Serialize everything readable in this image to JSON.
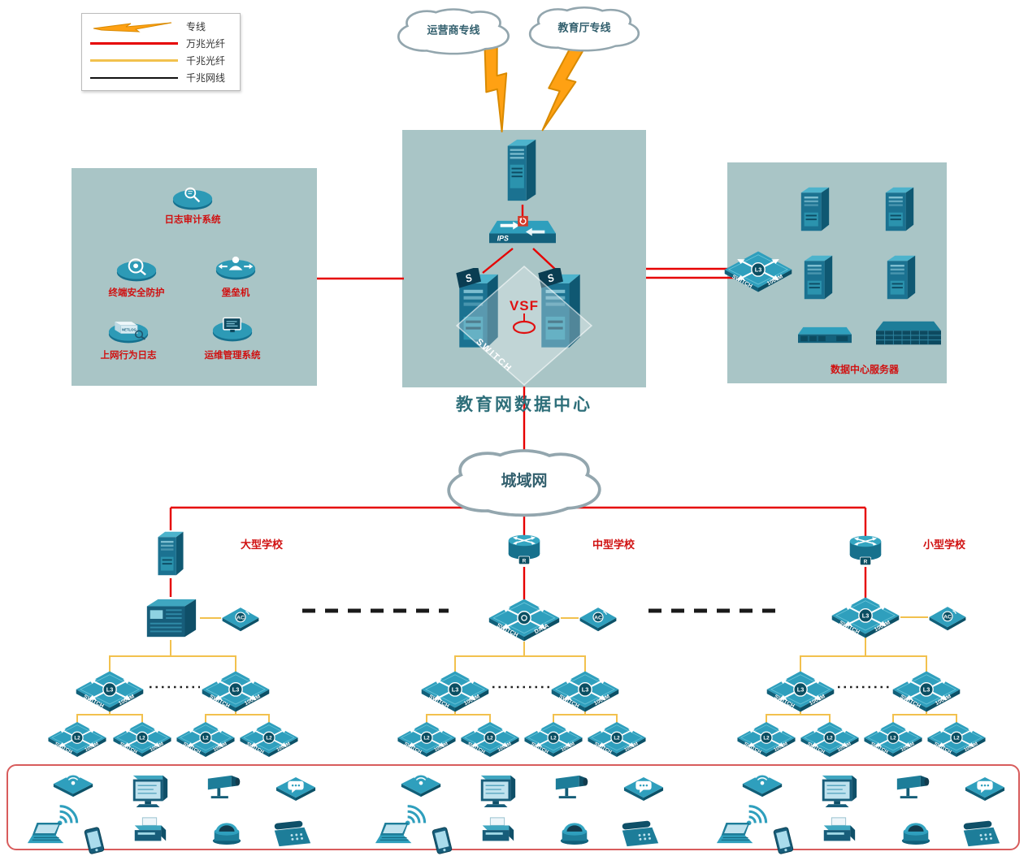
{
  "legend": {
    "items": [
      {
        "label": "专线"
      },
      {
        "label": "万兆光纤"
      },
      {
        "label": "千兆光纤"
      },
      {
        "label": "千兆网线"
      }
    ]
  },
  "clouds": {
    "carrier": "运营商专线",
    "education": "教育厅专线",
    "man": "城域网"
  },
  "datacenter": {
    "title": "教育网数据中心",
    "vsf_label": "VSF",
    "ips_label": "IPS",
    "switch_label": "SWITCH",
    "server_flag": "S"
  },
  "security_panel": {
    "items": [
      "日志审计系统",
      "终端安全防护",
      "堡垒机",
      "上网行为日志",
      "运维管理系统"
    ],
    "netlog_label": "NETLOG"
  },
  "server_panel": {
    "label": "数据中心服务器"
  },
  "schools": {
    "large": "大型学校",
    "medium": "中型学校",
    "small": "小型学校"
  },
  "switches": {
    "word": "SWITCH",
    "speed": "1000M",
    "l3": "L3",
    "l2": "L2",
    "ac": "AC",
    "dc_word": "SWITCH",
    "dc_speed": "DATA CENTER",
    "router_badge": "R"
  }
}
